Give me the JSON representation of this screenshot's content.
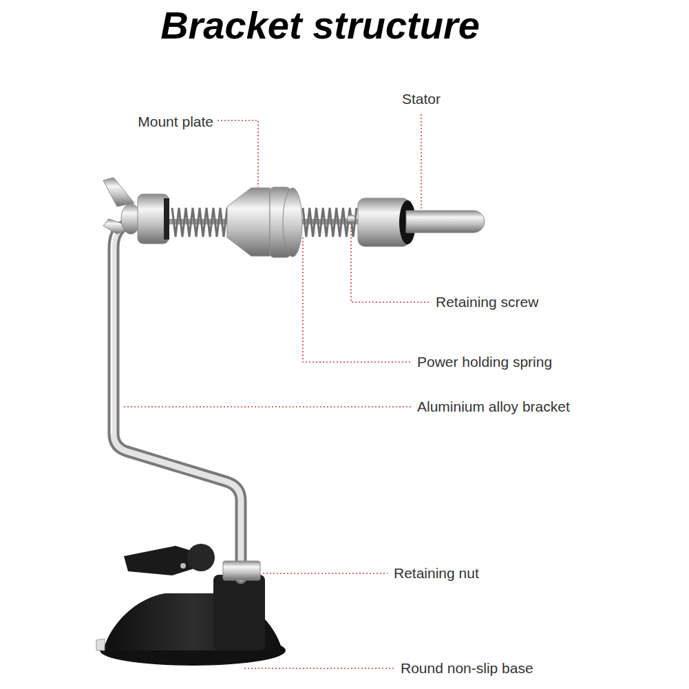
{
  "diagram": {
    "title": "Bracket structure",
    "labels": [
      "Mount plate",
      "Stator",
      "Retaining screw",
      "Power holding spring",
      "Aluminium alloy bracket",
      "Retaining nut",
      "Round non-slip base"
    ]
  }
}
